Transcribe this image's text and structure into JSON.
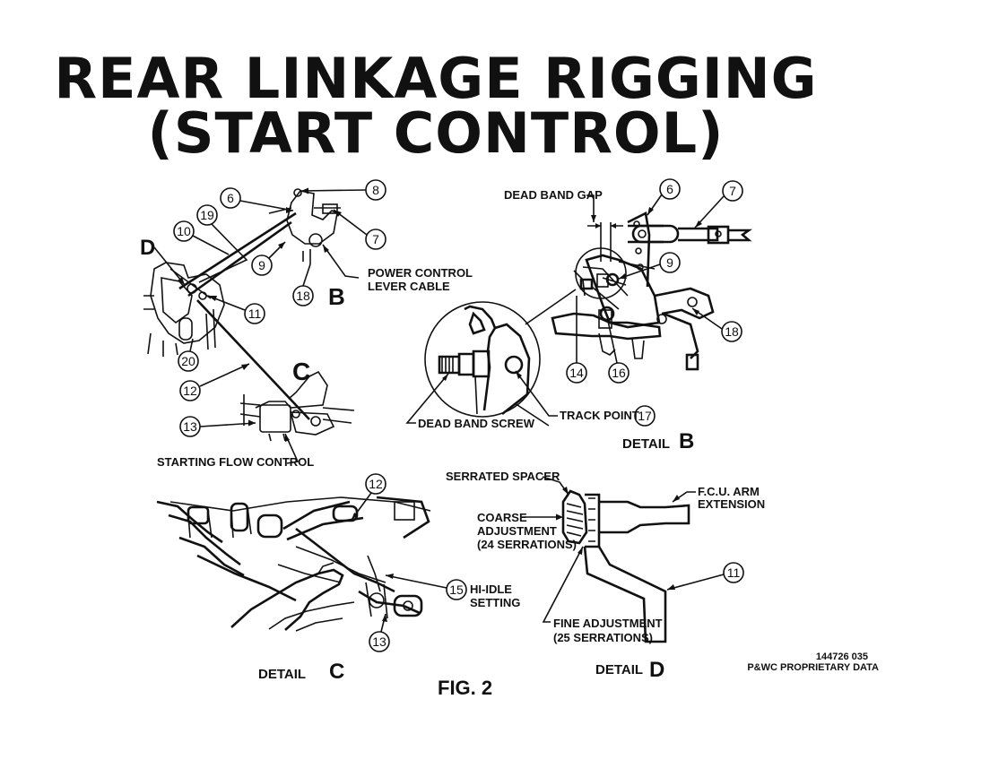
{
  "title": {
    "line1": "REAR LINKAGE RIGGING",
    "line2": "(START CONTROL)"
  },
  "callouts": {
    "main": [
      "6",
      "8",
      "19",
      "10",
      "7",
      "9",
      "18",
      "11",
      "20",
      "12",
      "13"
    ],
    "detail_b": [
      "6",
      "7",
      "9",
      "18",
      "14",
      "16",
      "17"
    ],
    "detail_c": [
      "12",
      "15",
      "13"
    ],
    "detail_d": [
      "11"
    ]
  },
  "labels": {
    "power_control_line1": "POWER CONTROL",
    "power_control_line2": "LEVER CABLE",
    "starting_flow_control": "STARTING FLOW CONTROL",
    "dead_band_gap": "DEAD BAND GAP",
    "dead_band_screw": "DEAD BAND SCREW",
    "track_point": "TRACK POINT",
    "hi_idle_line1": "HI-IDLE",
    "hi_idle_line2": "SETTING",
    "serrated_spacer": "SERRATED SPACER",
    "coarse_line1": "COARSE",
    "coarse_line2": "ADJUSTMENT",
    "coarse_line3": "(24 SERRATIONS)",
    "fine_line1": "FINE ADJUSTMENT",
    "fine_line2": "(25 SERRATIONS)",
    "fcu_line1": "F.C.U. ARM",
    "fcu_line2": "EXTENSION"
  },
  "view_letters": {
    "b": "B",
    "c": "C",
    "d": "D"
  },
  "captions": {
    "detail_word": "DETAIL",
    "detail_b": "B",
    "detail_c": "C",
    "detail_d": "D",
    "fig": "FIG. 2"
  },
  "footer": {
    "code": "144726 035",
    "proprietary": "P&WC PROPRIETARY DATA"
  }
}
